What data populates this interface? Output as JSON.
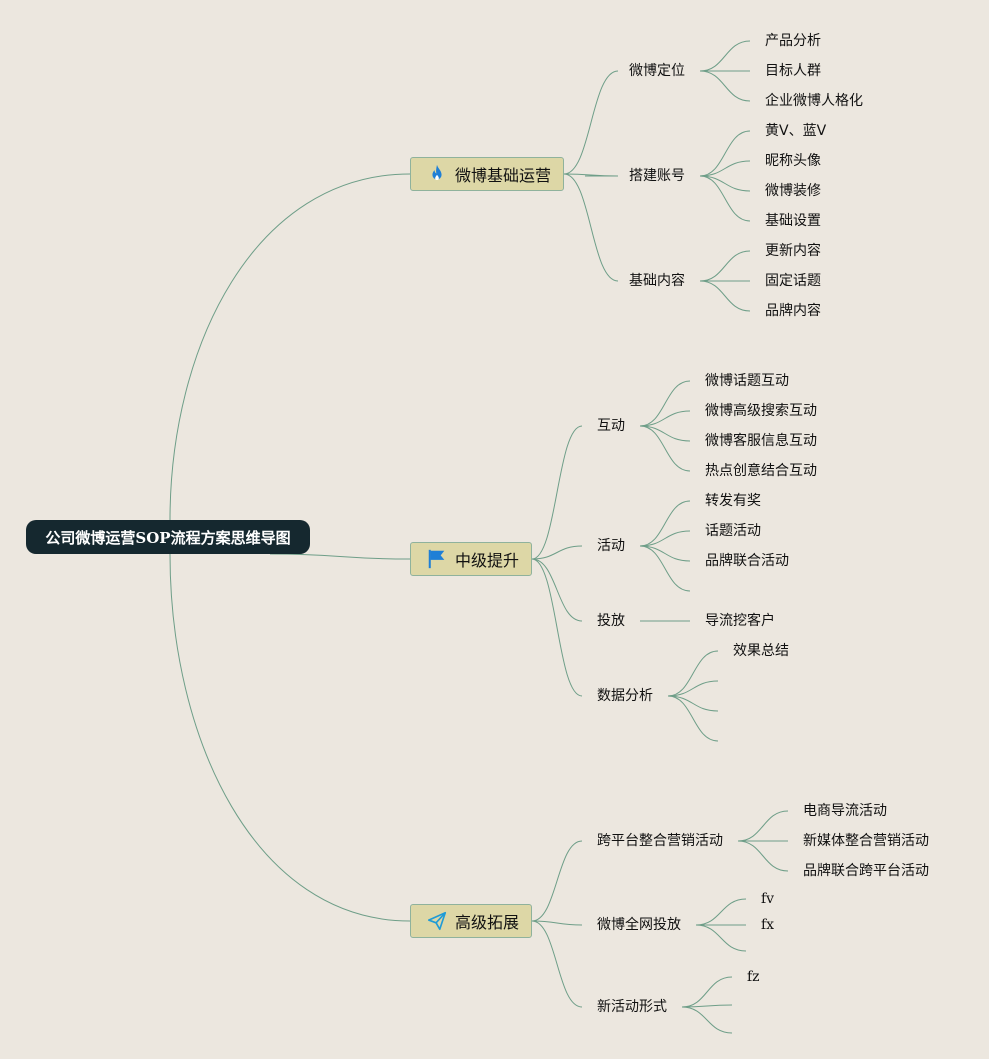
{
  "root": {
    "label": "公司微博运营SOP流程方案思维导图"
  },
  "branches": [
    {
      "label": "微博基础运营",
      "icon": "fire-icon",
      "children": [
        {
          "label": "微博定位",
          "leaves": [
            "产品分析",
            "目标人群",
            "企业微博人格化"
          ]
        },
        {
          "label": "搭建账号",
          "leaves": [
            "黄V、蓝V",
            "昵称头像",
            "微博装修",
            "基础设置"
          ]
        },
        {
          "label": "基础内容",
          "leaves": [
            "更新内容",
            "固定话题",
            "品牌内容"
          ]
        }
      ]
    },
    {
      "label": "中级提升",
      "icon": "flag-icon",
      "children": [
        {
          "label": "互动",
          "leaves": [
            "微博话题互动",
            "微博高级搜索互动",
            "微博客服信息互动",
            "热点创意结合互动"
          ]
        },
        {
          "label": "活动",
          "leaves": [
            "转发有奖",
            "话题活动",
            "品牌联合活动",
            ""
          ]
        },
        {
          "label": "投放",
          "leaves": [
            "导流挖客户"
          ]
        },
        {
          "label": "数据分析",
          "leaves": [
            "效果总结",
            "",
            "",
            ""
          ]
        }
      ]
    },
    {
      "label": "高级拓展",
      "icon": "paper-plane-icon",
      "children": [
        {
          "label": "跨平台整合营销活动",
          "leaves": [
            "电商导流活动",
            "新媒体整合营销活动",
            "品牌联合跨平台活动"
          ]
        },
        {
          "label": "微博全网投放",
          "leaves": [
            "fv",
            "fx",
            ""
          ]
        },
        {
          "label": "新活动形式",
          "leaves": [
            "fz",
            "",
            ""
          ]
        }
      ]
    }
  ],
  "colors": {
    "background": "#ECE7DF",
    "line": "#6E9E88",
    "branch_fill": "#DDD7A6",
    "root_fill": "#15282F"
  }
}
